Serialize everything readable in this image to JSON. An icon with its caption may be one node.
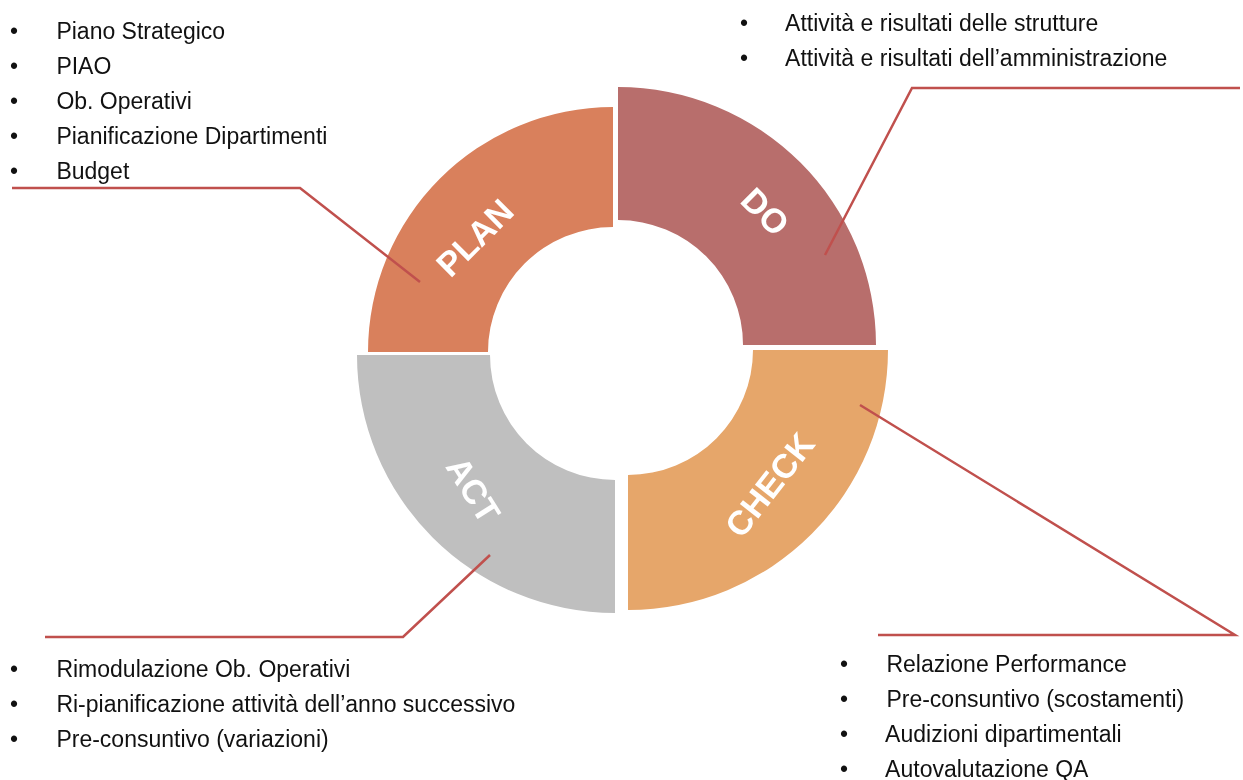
{
  "diagram": {
    "nodes": [
      {
        "text": [
          "• Piano Strategico",
          "• PIAO",
          "• Ob. Operativi",
          "• Pianificazione Dipartimenti",
          "• Budget"
        ]
      },
      {
        "text": [
          "• Attività e risultati delle strutture",
          "• Attività e risultati dell’amministrazione"
        ]
      },
      {
        "text": [
          "PLAN"
        ]
      },
      {
        "text": [
          "DO"
        ]
      },
      {
        "text": [
          "CHECK"
        ]
      },
      {
        "text": [
          "ACT"
        ]
      },
      {
        "text": [
          "• Rimodulazione Ob. Operativi",
          "• Ri-pianificazione attività dell’anno successivo",
          "• Pre-consuntivo (variazioni)"
        ]
      },
      {
        "text": [
          "• Relazione Performance",
          "• Pre-consuntivo (scostamenti)",
          "• Audizioni dipartimentali",
          "• Autovalutazione QA"
        ]
      }
    ],
    "edges": [
      {
        "from": 0,
        "to": 2,
        "arrow": "none"
      },
      {
        "from": 1,
        "to": 3,
        "arrow": "none"
      },
      {
        "from": 7,
        "to": 4,
        "arrow": "none"
      },
      {
        "from": 6,
        "to": 5,
        "arrow": "none"
      }
    ]
  }
}
